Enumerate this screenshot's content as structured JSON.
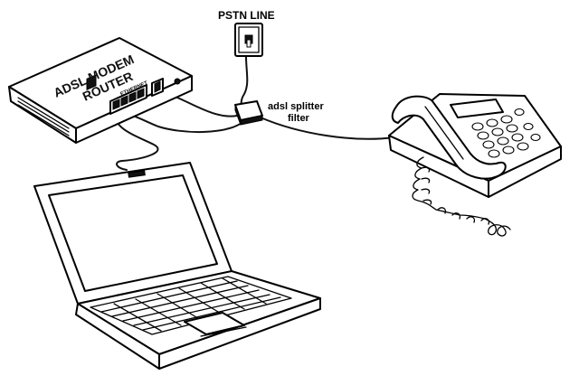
{
  "labels": {
    "pstn_line": "PSTN LINE",
    "splitter_line1": "adsl splitter",
    "splitter_line2": "filter"
  },
  "router": {
    "line1": "ADSL MODEM",
    "line2": "ROUTER",
    "port_label": "ETHERNET"
  },
  "colors": {
    "ink": "#000000",
    "background": "#ffffff"
  }
}
